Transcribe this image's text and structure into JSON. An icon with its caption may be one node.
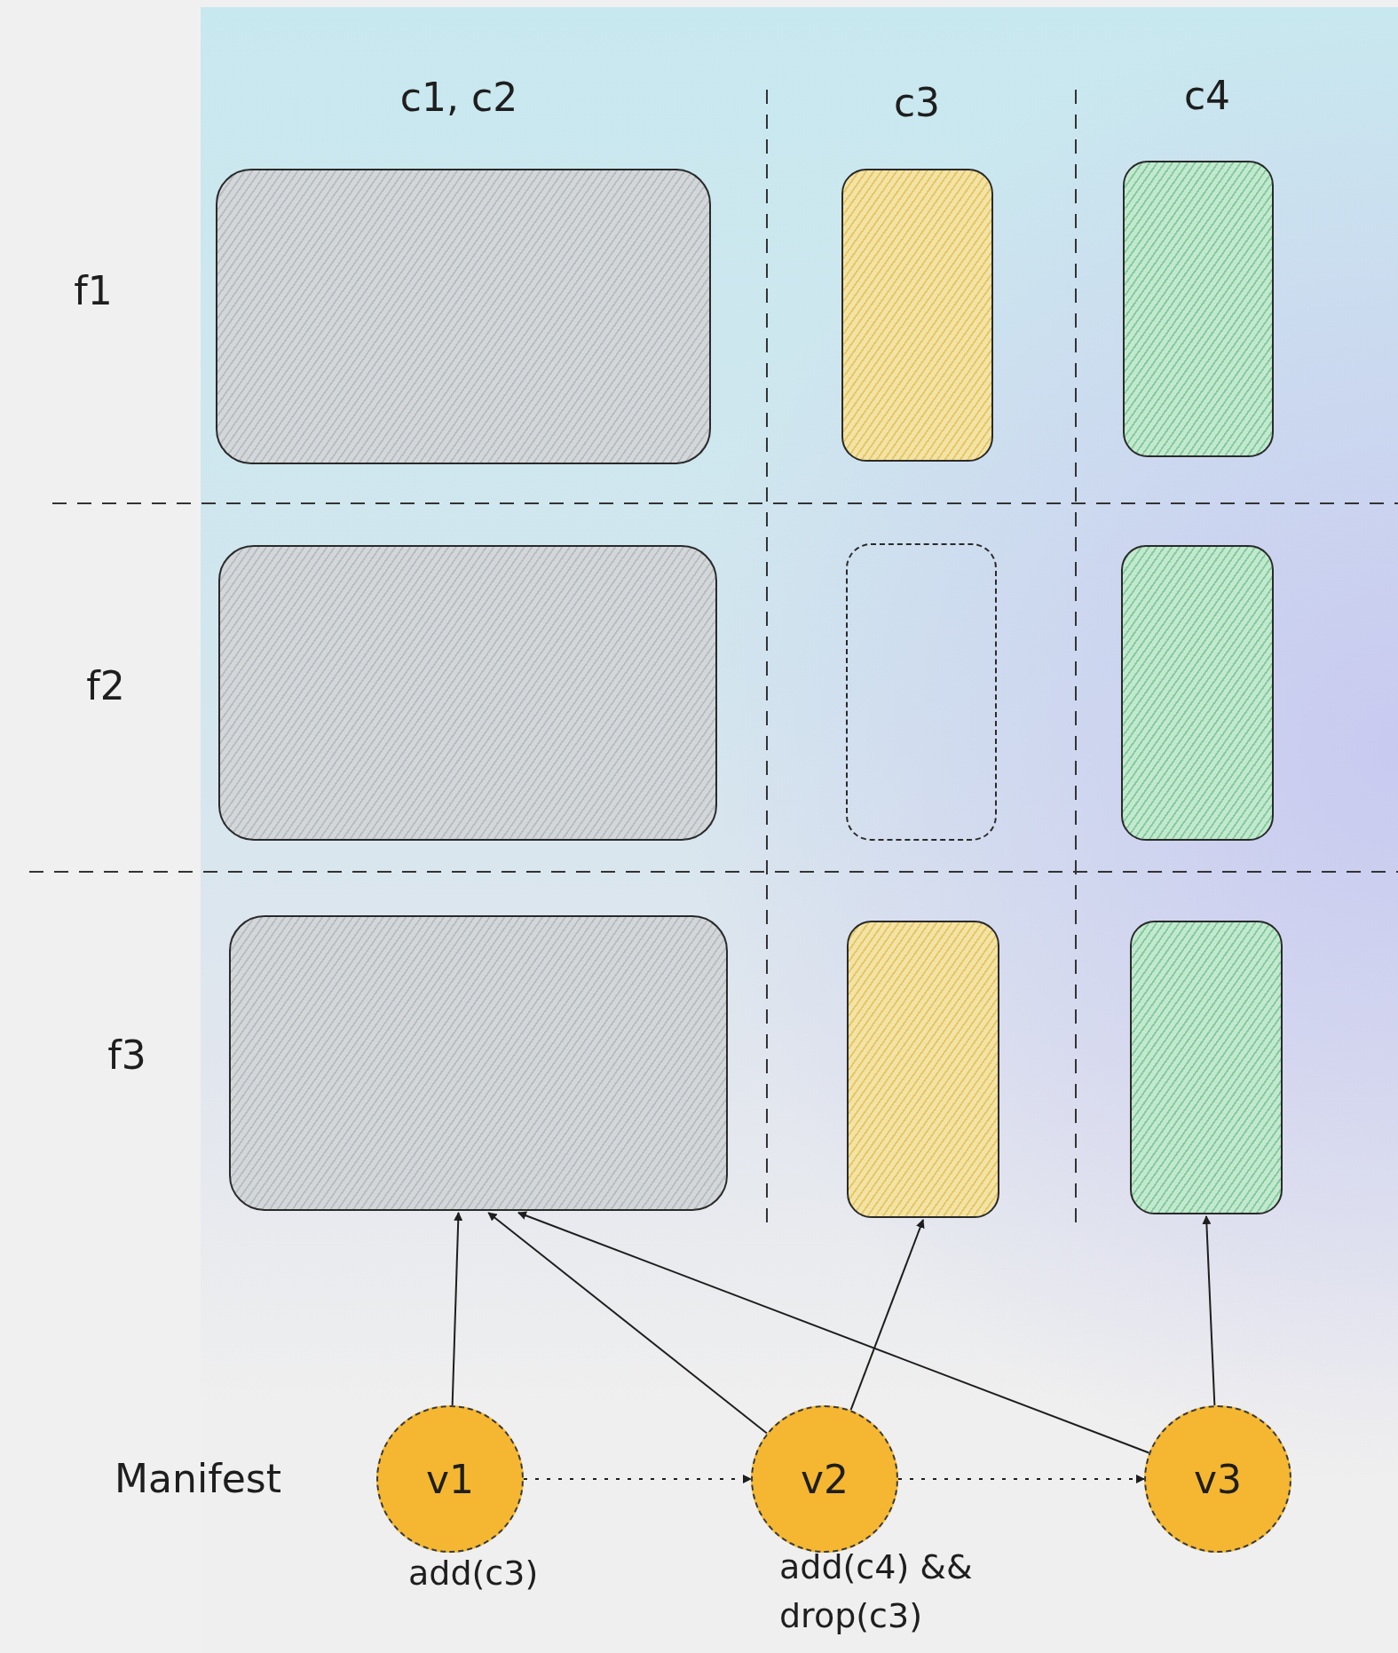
{
  "diagram": {
    "nodes": [
      {
        "text": [],
        "shape": "box"
      },
      {
        "text": [],
        "shape": "box"
      },
      {
        "text": [],
        "shape": "box"
      },
      {
        "text": [],
        "shape": "box"
      },
      {
        "text": [],
        "shape": "box"
      },
      {
        "text": [],
        "shape": "box"
      },
      {
        "text": [],
        "shape": "box"
      },
      {
        "text": [],
        "shape": "box"
      },
      {
        "text": [],
        "shape": "box"
      },
      {
        "text": [
          "v1"
        ]
      },
      {
        "text": [
          "v2"
        ]
      },
      {
        "text": [
          "v3"
        ]
      }
    ],
    "edges": [
      {
        "from": 9,
        "to": 6,
        "arrow": "to"
      },
      {
        "from": 10,
        "to": 6,
        "arrow": "to"
      },
      {
        "from": 10,
        "to": 7,
        "arrow": "to"
      },
      {
        "from": 11,
        "to": 6,
        "arrow": "to"
      },
      {
        "from": 11,
        "to": 8,
        "arrow": "to"
      },
      {
        "from": 9,
        "to": 10,
        "arrow": "to",
        "style": "dashed",
        "label": "add(c3)"
      },
      {
        "from": 10,
        "to": 11,
        "arrow": "to",
        "style": "dashed",
        "label": "add(c4) && drop(c3)"
      }
    ],
    "labels": [
      "c1, c2",
      "c3",
      "c4",
      "f1",
      "f2",
      "f3",
      "Manifest"
    ]
  }
}
